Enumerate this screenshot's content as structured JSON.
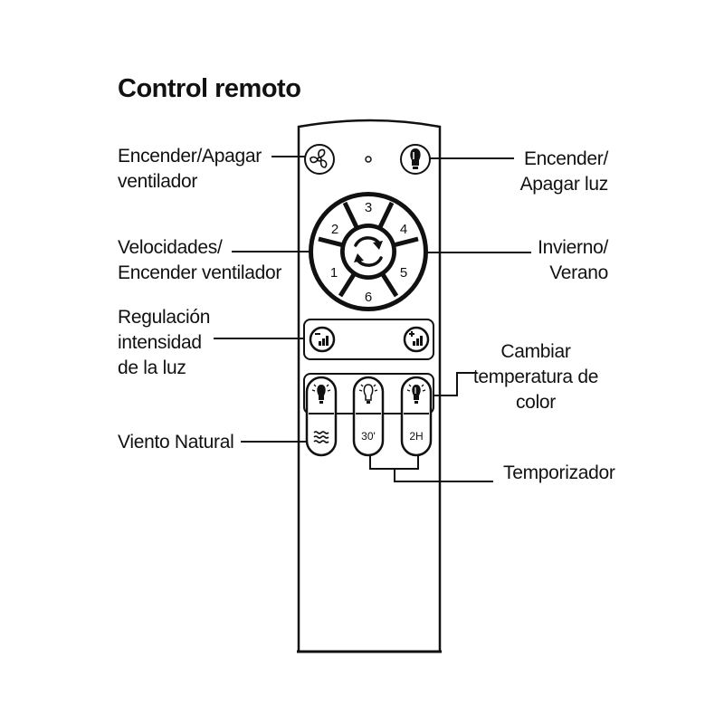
{
  "title": "Control remoto",
  "labels": {
    "fan_power": [
      "Encender/Apagar",
      "ventilador"
    ],
    "light_power": [
      "Encender/",
      "Apagar luz"
    ],
    "speeds": [
      "Velocidades/",
      "Encender ventilador"
    ],
    "season": [
      "Invierno/",
      "Verano"
    ],
    "dimming": [
      "Regulación",
      "intensidad",
      "de la luz"
    ],
    "color_temp": [
      "Cambiar",
      "temperatura de",
      "color"
    ],
    "natural_wind": "Viento Natural",
    "timer": "Temporizador"
  },
  "remote": {
    "speed_buttons": [
      "1",
      "2",
      "3",
      "4",
      "5",
      "6"
    ],
    "timer_30": "30'",
    "timer_2h": "2H"
  },
  "icons": {
    "fan_power": "fan-icon",
    "light_power": "bulb-icon",
    "season": "cycle-arrows-icon",
    "dim_down": "dim-minus-icon",
    "dim_up": "dim-plus-icon",
    "warm": "bulb-icon",
    "neutral": "bulb-outline-icon",
    "cool": "bulb-icon",
    "wind": "wind-icon"
  },
  "colors": {
    "ink": "#111111",
    "background": "#ffffff"
  }
}
